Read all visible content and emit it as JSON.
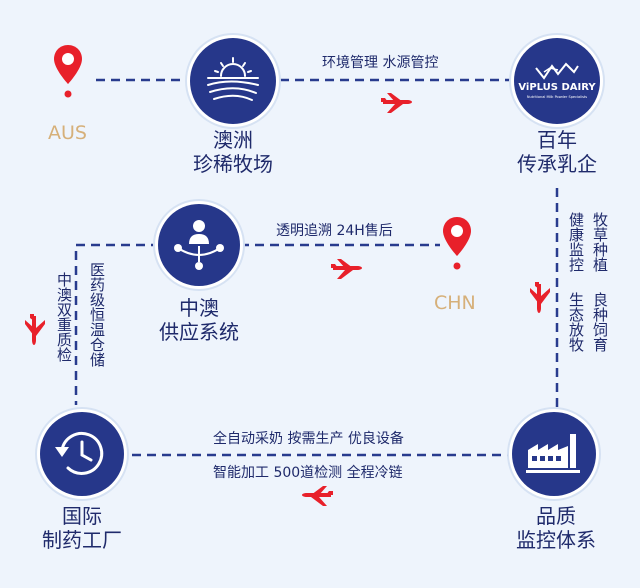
{
  "colors": {
    "navy": "#26378a",
    "route": "#283b8e",
    "pin": "#e8202a",
    "location": "#d6b07a",
    "text": "#1f2a6b"
  },
  "nodes": {
    "pasture": {
      "icon": "sunrise-hills-icon",
      "line1": "澳洲",
      "line2": "珍稀牧场"
    },
    "brand": {
      "icon": "viplus-dairy-logo",
      "logo_text": "ViPLUS DAIRY",
      "logo_subtext": "Nutritional Milk Powder Specialists",
      "line1": "百年",
      "line2": "传承乳企"
    },
    "supply": {
      "icon": "person-network-icon",
      "line1": "中澳",
      "line2": "供应系统"
    },
    "pharma": {
      "icon": "clock-refresh-icon",
      "line1": "国际",
      "line2": "制药工厂"
    },
    "quality": {
      "icon": "factory-icon",
      "line1": "品质",
      "line2": "监控体系"
    }
  },
  "locations": {
    "aus": "AUS",
    "chn": "CHN"
  },
  "captions": {
    "env": "环境管理  水源管控",
    "trace": "透明追溯 24H售后",
    "auto": "全自动采奶  按需生产  优良设备",
    "smart": "智能加工  500道检测  全程冷链"
  },
  "vertical": {
    "right_outer": "牧草种植",
    "right_inner": "健康监控",
    "right_outer2": "良种饲育",
    "right_inner2": "生态放牧",
    "left_outer": "医药级恒温仓储",
    "left_inner": "中澳双重质检"
  }
}
